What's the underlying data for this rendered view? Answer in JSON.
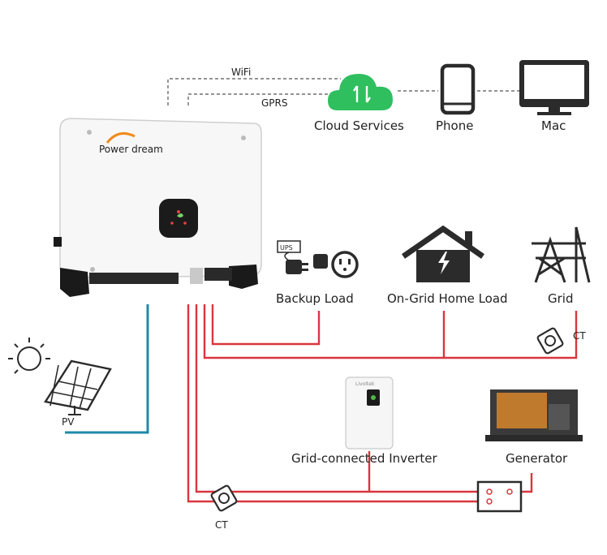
{
  "links": {
    "wifi": "WiFi",
    "gprs": "GPRS"
  },
  "nodes": {
    "cloud": "Cloud Services",
    "phone": "Phone",
    "mac": "Mac",
    "backup_load": "Backup Load",
    "home_load": "On-Grid Home Load",
    "grid": "Grid",
    "ct_grid": "CT",
    "pv": "PV",
    "grid_inverter": "Grid-connected Inverter",
    "generator": "Generator",
    "ct_bottom": "CT"
  },
  "inverter": {
    "brand": "Power dream"
  },
  "ups_tag": "UPS",
  "small_inverter_brand": "Livoltek",
  "colors": {
    "ac_line": "#d9363e",
    "pv_line": "#1f8aa8",
    "cloud": "#2fbf5f",
    "icon_dark": "#2b2b2b"
  },
  "icons": [
    "cloud-icon",
    "phone-icon",
    "monitor-icon",
    "plug-icon",
    "house-icon",
    "pylon-icon",
    "sun-icon",
    "solar-panel-icon",
    "ct-icon",
    "generator-icon"
  ]
}
